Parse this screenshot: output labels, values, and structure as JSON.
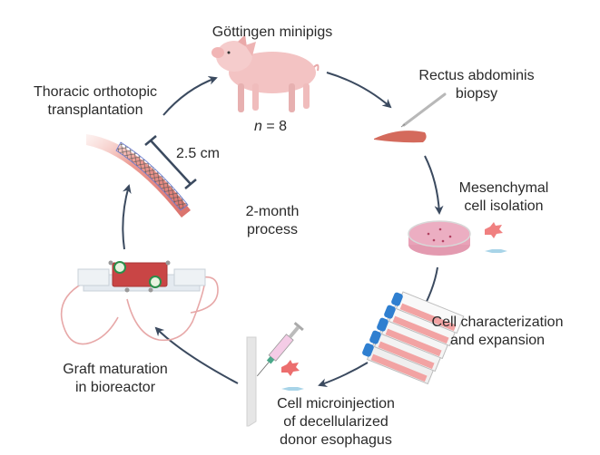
{
  "title": "Esophageal tissue engineering workflow in Göttingen minipigs",
  "center": {
    "line1": "2-month",
    "line2": "process"
  },
  "steps": [
    {
      "id": "minipigs",
      "line1": "Göttingen minipigs",
      "sample_size_var": "n",
      "sample_size": " = 8",
      "icon": "pig-icon"
    },
    {
      "id": "biopsy",
      "line1": "Rectus abdominis",
      "line2": "biopsy",
      "icon": "muscle-biopsy-icon"
    },
    {
      "id": "isolation",
      "line1": "Mesenchymal",
      "line2": "cell isolation",
      "icon": "petri-dish-icon"
    },
    {
      "id": "expansion",
      "line1": "Cell characterization",
      "line2": "and expansion",
      "icon": "culture-flasks-icon"
    },
    {
      "id": "microinjection",
      "line1": "Cell microinjection",
      "line2": "of decellularized",
      "line3": "donor esophagus",
      "icon": "syringe-icon"
    },
    {
      "id": "bioreactor",
      "line1": "Graft maturation",
      "line2": "in bioreactor",
      "icon": "bioreactor-icon"
    },
    {
      "id": "transplantation",
      "line1": "Thoracic orthotopic",
      "line2": "transplantation",
      "icon": "stented-graft-icon",
      "measure": "2.5 cm"
    }
  ],
  "colors": {
    "arrow": "#3b4a5f",
    "tissue": "#d46a5c",
    "pig": "#f3c3c3",
    "dish": "#e9a2b8",
    "flask_cap": "#2f7fd0",
    "text": "#2a2a2a"
  }
}
